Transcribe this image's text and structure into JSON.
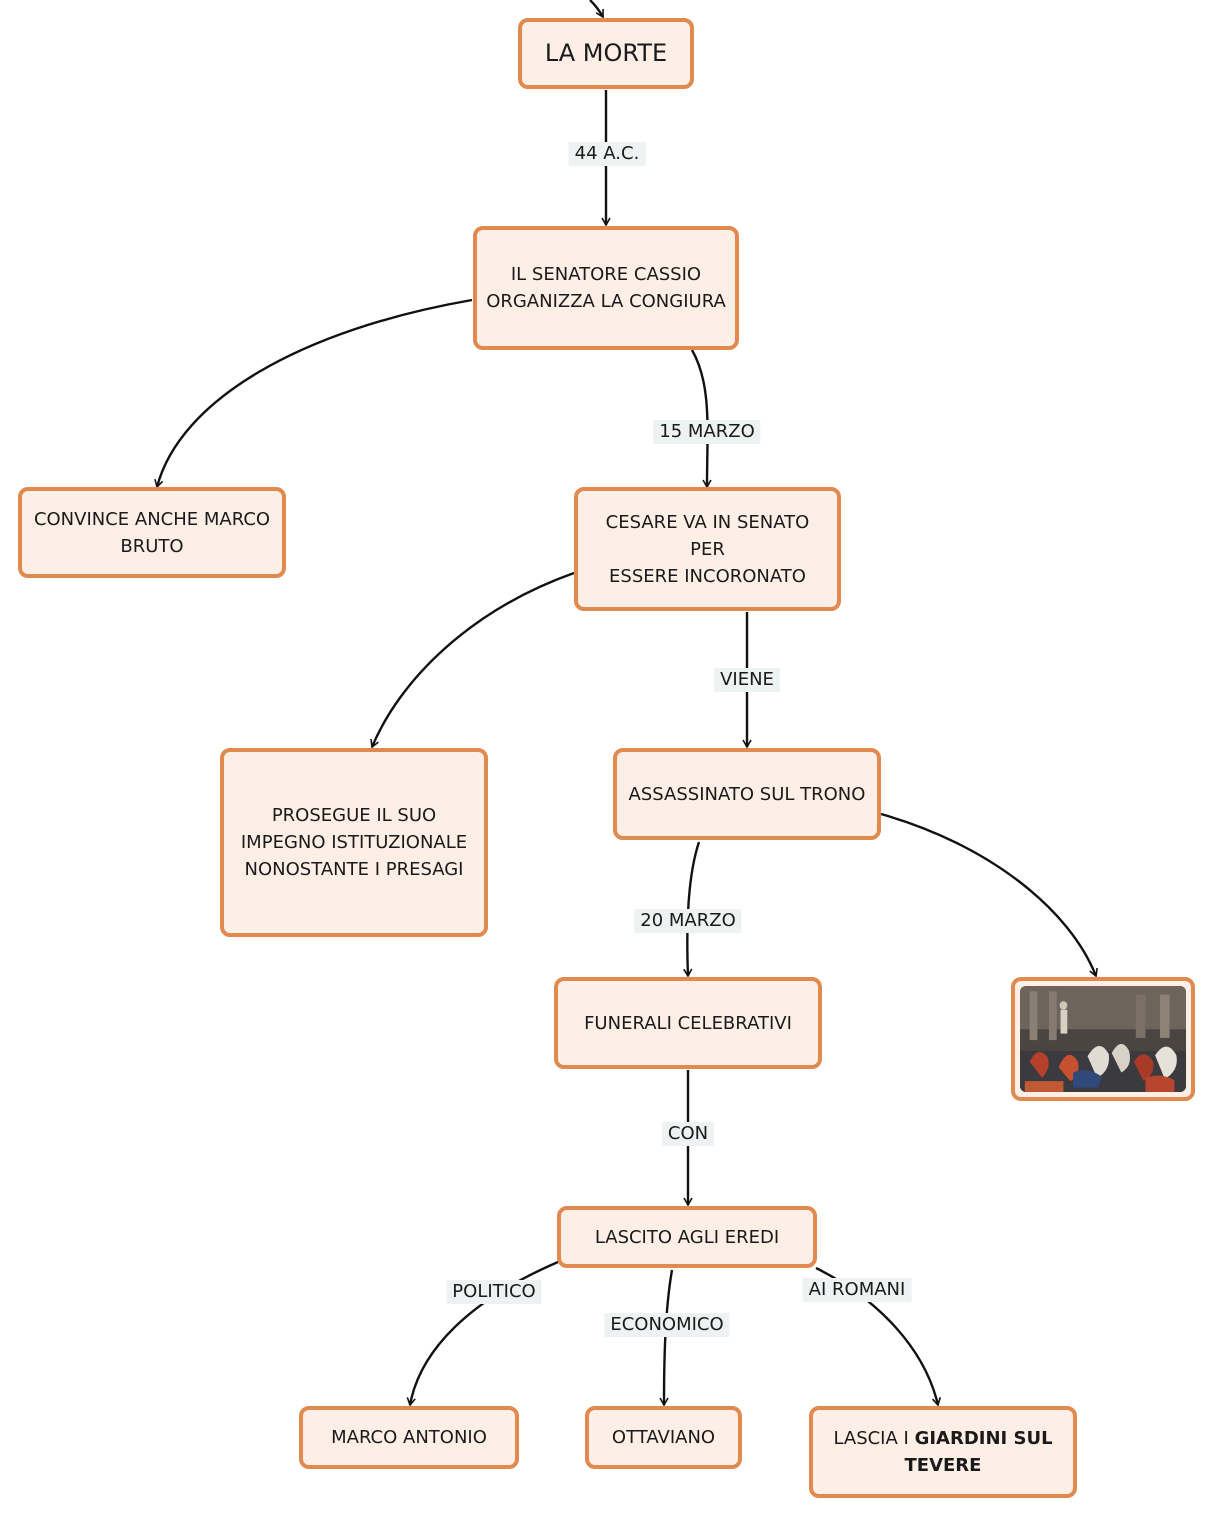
{
  "nodes": {
    "la_morte": "LA MORTE",
    "senatore": "IL SENATORE CASSIO\nORGANIZZA LA CONGIURA",
    "convince": "CONVINCE ANCHE MARCO\nBRUTO",
    "cesare": "CESARE VA IN SENATO PER\nESSERE INCORONATO",
    "prosegue": "PROSEGUE IL SUO\nIMPEGNO ISTITUZIONALE\nNONOSTANTE I PRESAGI",
    "assassinato": "ASSASSINATO SUL TRONO",
    "funerali": "FUNERALI CELEBRATIVI",
    "lascito": "LASCITO AGLI EREDI",
    "marco_antonio": "MARCO ANTONIO",
    "ottaviano": "OTTAVIANO",
    "giardini_prefix": "LASCIA I ",
    "giardini_bold": "GIARDINI SUL\nTEVERE"
  },
  "edge_labels": {
    "e44": "44 A.C.",
    "e15": "15 MARZO",
    "viene": "VIENE",
    "e20": "20 MARZO",
    "con": "CON",
    "politico": "POLITICO",
    "economico": "ECONOMICO",
    "ai_romani": "AI ROMANI"
  },
  "colors": {
    "node_border": "#e08a4f",
    "node_fill": "#fdefe6",
    "edge": "#111111",
    "label_bg": "#eef2f2"
  }
}
